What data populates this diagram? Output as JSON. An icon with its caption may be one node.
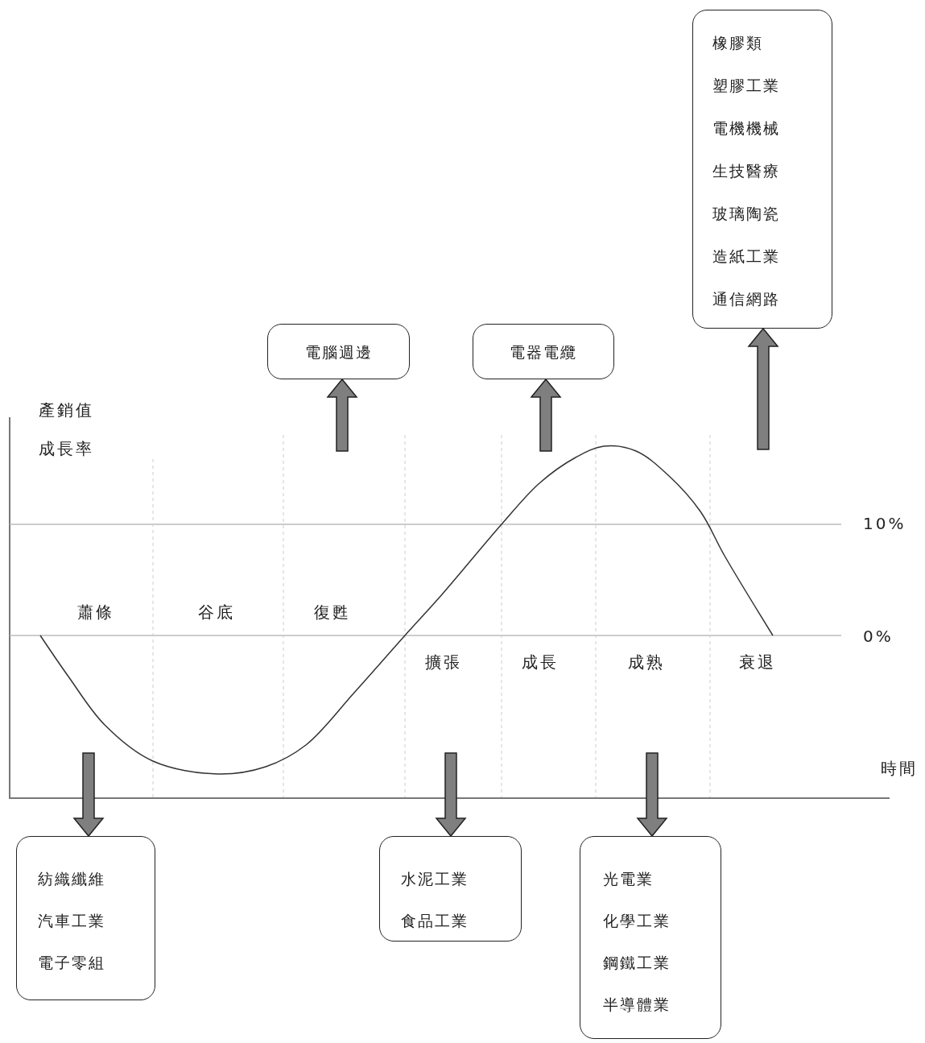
{
  "diagram": {
    "nodes": [
      {
        "text": [
          "橡膠類",
          "塑膠工業",
          "電機機械",
          "生技醫療",
          "玻璃陶瓷",
          "造紙工業",
          "通信網路"
        ]
      },
      {
        "text": [
          "電腦週邊"
        ]
      },
      {
        "text": [
          "電器電纜"
        ]
      },
      {
        "text": [
          "紡織纖維",
          "汽車工業",
          "電子零組"
        ]
      },
      {
        "text": [
          "水泥工業",
          "食品工業"
        ]
      },
      {
        "text": [
          "光電業",
          "化學工業",
          "鋼鐵工業",
          "半導體業"
        ]
      }
    ],
    "edges": [
      {
        "from": null,
        "to": 1,
        "arrow": "to"
      },
      {
        "from": null,
        "to": 2,
        "arrow": "to"
      },
      {
        "from": null,
        "to": 0,
        "arrow": "to"
      },
      {
        "from": null,
        "to": 3,
        "arrow": "to"
      },
      {
        "from": null,
        "to": 4,
        "arrow": "to"
      },
      {
        "from": null,
        "to": 5,
        "arrow": "to"
      }
    ],
    "labels": [
      "產銷值成長率",
      "10%",
      "蕭條",
      "谷底",
      "復甦",
      "0%",
      "擴張",
      "成長",
      "成熟",
      "衰退",
      "時間"
    ]
  }
}
